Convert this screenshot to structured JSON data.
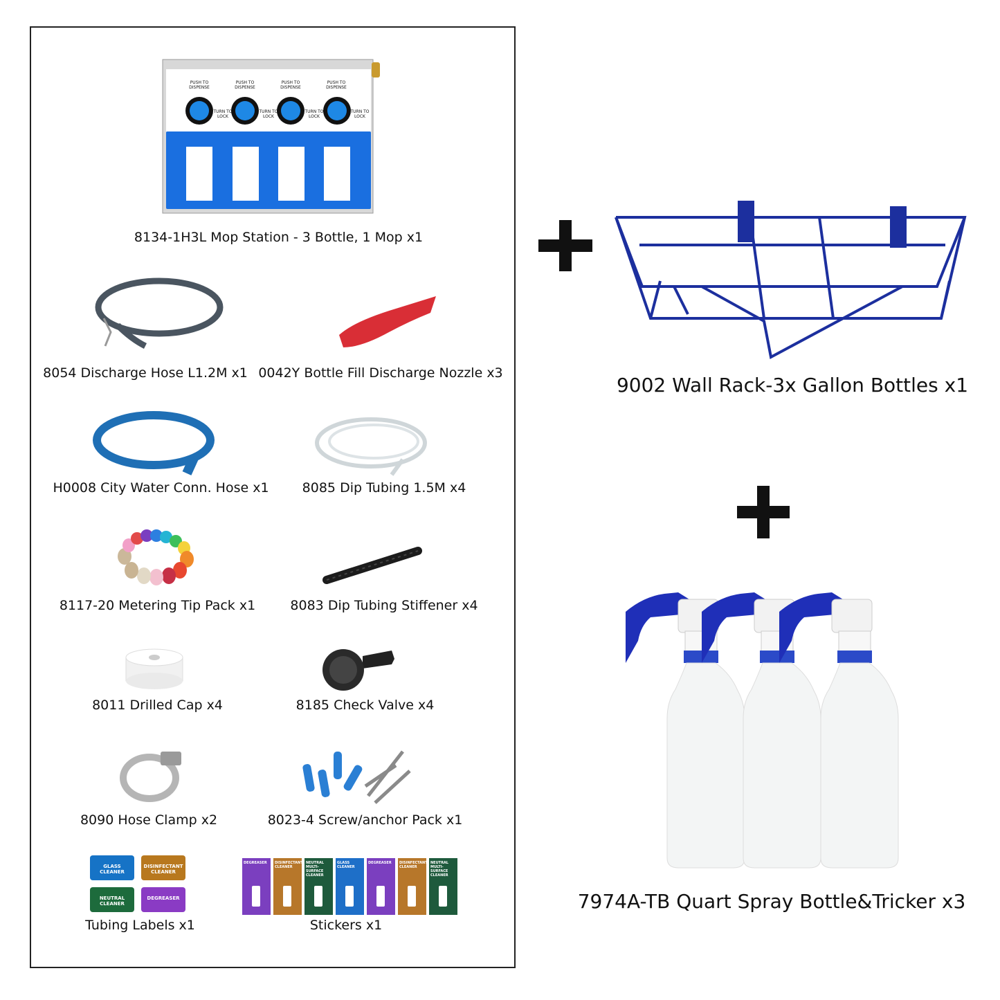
{
  "kit": {
    "mop_station": {
      "caption": "8134-1H3L Mop Station - 3 Bottle, 1 Mop x1",
      "push_label_1": "PUSH TO",
      "push_label_2": "DISPENSE",
      "lock_label_1": "TURN TO",
      "lock_label_2": "LOCK",
      "panel_color": "#1a6fe0",
      "knob_color": "#1e88e5"
    },
    "discharge_hose": {
      "caption": "8054 Discharge Hose L1.2M x1",
      "color": "#4a5560"
    },
    "nozzle": {
      "caption": "0042Y Bottle Fill Discharge Nozzle x3",
      "color": "#d92e36"
    },
    "city_water_hose": {
      "caption": "H0008 City Water Conn. Hose x1",
      "color": "#1f6fb5"
    },
    "dip_tubing": {
      "caption": "8085 Dip Tubing 1.5M x4"
    },
    "metering_tips": {
      "caption": "8117-20 Metering Tip Pack x1"
    },
    "stiffener": {
      "caption": "8083 Dip Tubing Stiffener x4"
    },
    "drilled_cap": {
      "caption": "8011 Drilled Cap x4"
    },
    "check_valve": {
      "caption": "8185 Check Valve x4"
    },
    "hose_clamp": {
      "caption": "8090 Hose Clamp x2"
    },
    "screw_pack": {
      "caption": "8023-4 Screw/anchor Pack x1",
      "anchor_color": "#2a7fd4"
    },
    "tubing_labels": {
      "caption": "Tubing Labels x1",
      "labels": [
        {
          "line1": "GLASS",
          "line2": "CLEANER",
          "color": "#1673c6"
        },
        {
          "line1": "DISINFECTANT",
          "line2": "CLEANER",
          "color": "#b8781e"
        },
        {
          "line1": "NEUTRAL",
          "line2": "CLEANER",
          "color": "#1d6b3c"
        },
        {
          "line1": "DEGREASER",
          "line2": "",
          "color": "#8a3bc4"
        }
      ]
    },
    "stickers": {
      "caption": "Stickers x1",
      "items": [
        {
          "title": "DEGREASER",
          "color": "#7b3fbf"
        },
        {
          "title": "DISINFECTANT CLEANER",
          "color": "#b7772a"
        },
        {
          "title": "NEUTRAL MULTI-SURFACE CLEANER",
          "color": "#1e5a3c"
        },
        {
          "title": "GLASS CLEANER",
          "color": "#1e6fc8"
        },
        {
          "title": "DEGREASER",
          "color": "#7b3fbf"
        },
        {
          "title": "DISINFECTANT CLEANER",
          "color": "#b7772a"
        },
        {
          "title": "NEUTRAL MULTI-SURFACE CLEANER",
          "color": "#1e5a3c"
        }
      ]
    }
  },
  "wall_rack": {
    "caption": "9002 Wall Rack-3x Gallon Bottles x1",
    "color": "#1c2f9e"
  },
  "spray_bottles": {
    "caption": "7974A-TB Quart Spray Bottle&Tricker x3",
    "trigger_color": "#1f2fb8"
  }
}
